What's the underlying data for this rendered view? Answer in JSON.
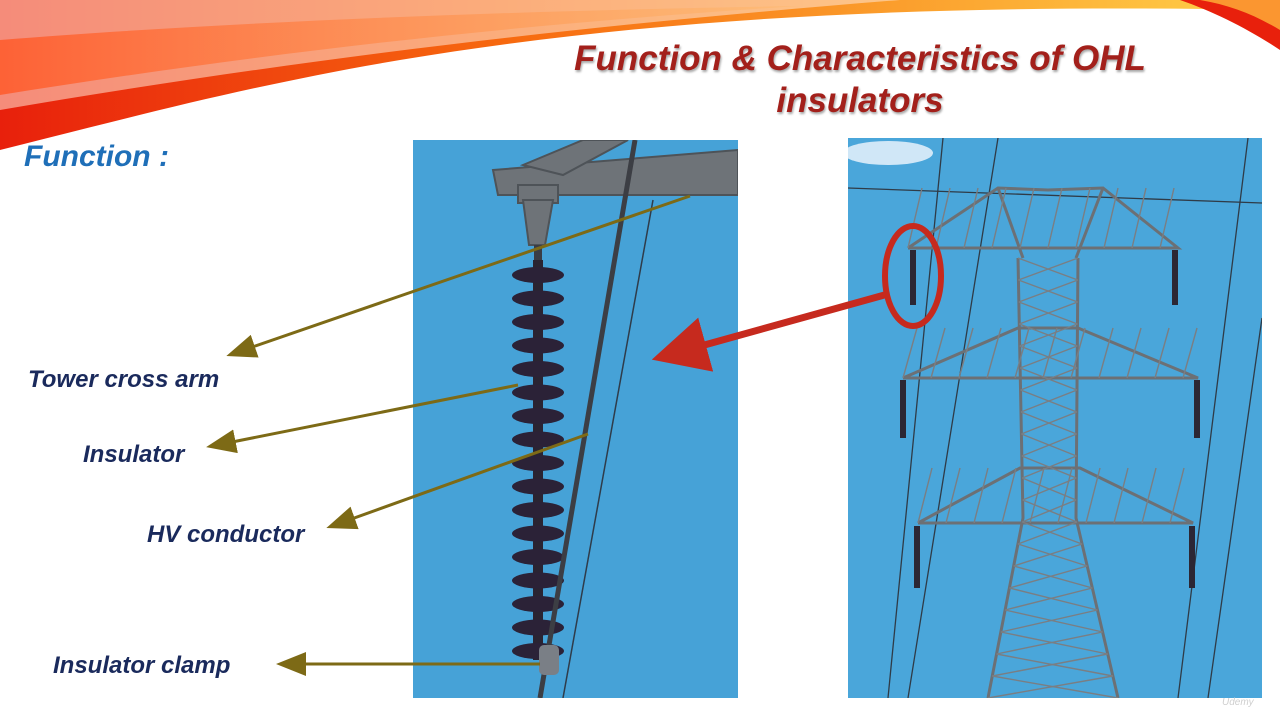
{
  "slide": {
    "title": "Function & Characteristics of OHL insulators",
    "subtitle": "Function :",
    "labels": {
      "cross_arm": "Tower cross arm",
      "insulator": "Insulator",
      "conductor": "HV conductor",
      "clamp": "Insulator clamp"
    },
    "watermark": "Udemy"
  },
  "colors": {
    "title": "#a3201b",
    "subtitle": "#1f6fb8",
    "labels": "#1a2a5c",
    "leader_lines": "#7d6a16",
    "highlight": "#c62a1e",
    "sky": "#4aa6da"
  },
  "icons": {
    "insulator_photo": "insulator-closeup-photo",
    "tower_photo": "transmission-tower-photo"
  }
}
